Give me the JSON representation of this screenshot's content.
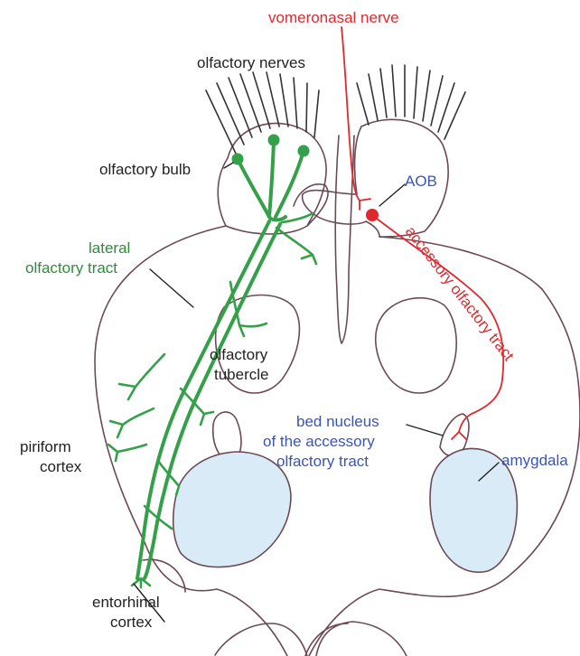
{
  "labels": {
    "vomeronasal_nerve": "vomeronasal nerve",
    "olfactory_nerves": "olfactory nerves",
    "olfactory_bulb": "olfactory bulb",
    "aob": "AOB",
    "lateral_olfactory_tract_line1": "lateral",
    "lateral_olfactory_tract_line2": "olfactory tract",
    "accessory_olfactory_tract": "accessory olfactory tract",
    "olfactory_tubercle_line1": "olfactory",
    "olfactory_tubercle_line2": "tubercle",
    "piriform_cortex_line1": "piriform",
    "piriform_cortex_line2": "cortex",
    "bed_nucleus_line1": "bed nucleus",
    "bed_nucleus_line2": "of the accessory",
    "bed_nucleus_line3": "olfactory tract",
    "amygdala": "amygdala",
    "entorhinal_cortex_line1": "entorhinal",
    "entorhinal_cortex_line2": "cortex"
  },
  "colors": {
    "green_pathway": "#35a04a",
    "red_pathway": "#e0282e",
    "blue_label": "#3a55b4",
    "amygdala_fill": "#d9ebf7",
    "outline": "#6b4a55"
  }
}
